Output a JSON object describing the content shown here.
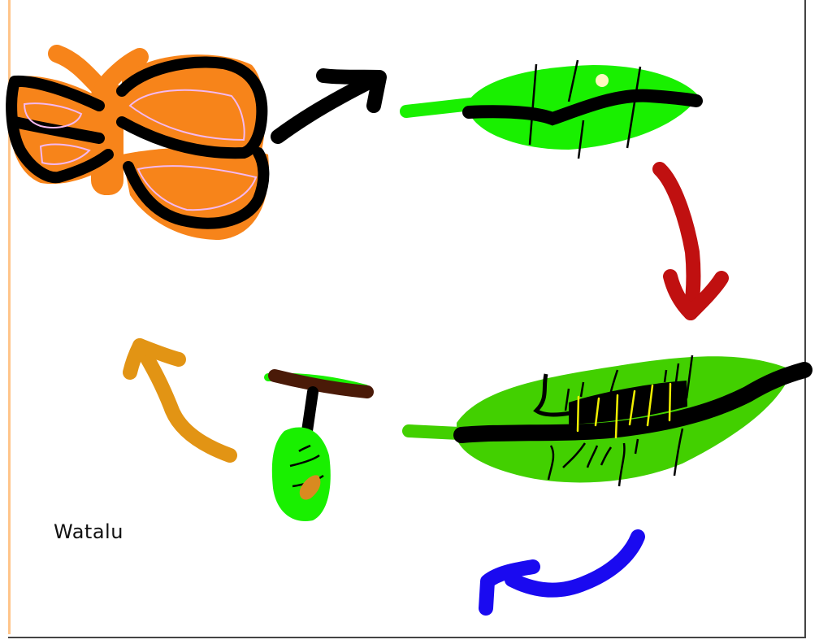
{
  "diagram": {
    "subject": "butterfly life cycle",
    "author_label": "Watalu",
    "stages": [
      {
        "id": "butterfly",
        "name": "Adult butterfly",
        "position": "top-left"
      },
      {
        "id": "egg",
        "name": "Egg on leaf",
        "position": "top-right"
      },
      {
        "id": "caterpillar",
        "name": "Caterpillar on leaf",
        "position": "bottom-right"
      },
      {
        "id": "chrysalis",
        "name": "Chrysalis",
        "position": "bottom-center"
      }
    ],
    "arrows": [
      {
        "from": "butterfly",
        "to": "egg",
        "color": "#000000"
      },
      {
        "from": "egg",
        "to": "caterpillar",
        "color": "#c01010"
      },
      {
        "from": "caterpillar",
        "to": "chrysalis",
        "color": "#1a0af0"
      },
      {
        "from": "chrysalis",
        "to": "butterfly",
        "color": "#e29414"
      }
    ],
    "colors": {
      "wing_orange": "#f7841a",
      "wing_vein_pink": "#f4b8f0",
      "outline_black": "#000000",
      "leaf_green_bright": "#19f000",
      "leaf_green_dark": "#42d000",
      "egg_cream": "#fff8c0",
      "caterpillar_stripe_yellow": "#f0f000",
      "branch_brown": "#4a1a08",
      "chrysalis_spot": "#d98a20",
      "canvas_left_edge": "#ffc58a",
      "canvas_border": "#444444"
    }
  }
}
